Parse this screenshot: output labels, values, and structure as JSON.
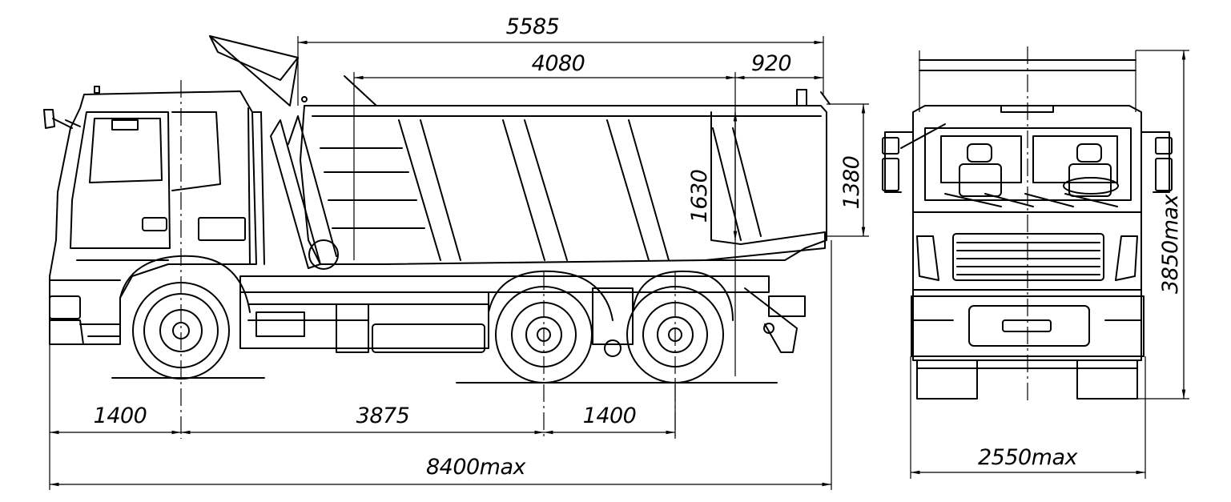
{
  "dimensions": {
    "overall_body_length": "5585",
    "body_inner_length": "4080",
    "rear_overhang_body": "920",
    "side_height": "1630",
    "body_height": "1380",
    "front_overhang": "1400",
    "wheelbase": "3875",
    "rear_axle_spacing": "1400",
    "overall_length": "8400max",
    "overall_width": "2550max",
    "overall_height": "3850max"
  }
}
